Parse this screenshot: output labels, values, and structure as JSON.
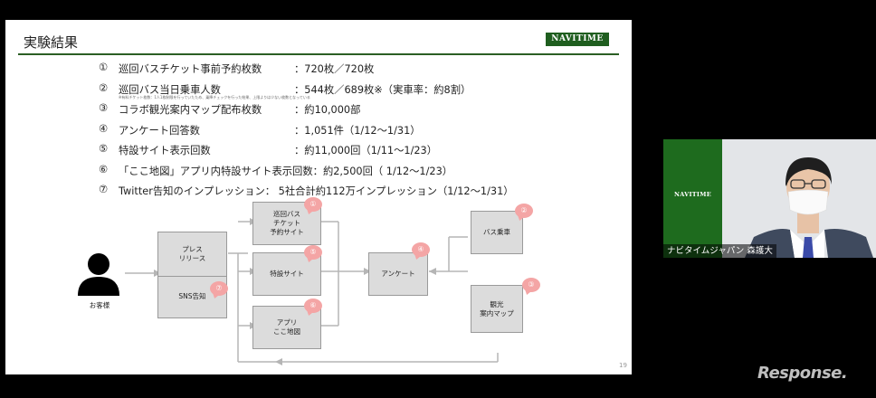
{
  "slide": {
    "title": "実験結果",
    "logo": "NAVITIME",
    "page_number": "19",
    "results": [
      {
        "num": "①",
        "label": "巡回バスチケット事前予約枚数",
        "value": "：720枚／720枚"
      },
      {
        "num": "②",
        "label": "巡回バス当日乗車人数",
        "value": "：544枚／689枚※（実車率：約8割）",
        "note": "※有料チケット枚数：1人1枚制限を行っていたため、乗降チェックを行った結果、上限よりは少ない枚数となっている"
      },
      {
        "num": "③",
        "label": "コラボ観光案内マップ配布枚数",
        "value": "：約10,000部"
      },
      {
        "num": "④",
        "label": "アンケート回答数",
        "value": "：1,051件（1/12～1/31）"
      },
      {
        "num": "⑤",
        "label": "特設サイト表示回数",
        "value": "：約11,000回（1/11～1/23）"
      },
      {
        "num": "⑥",
        "label": "「ここ地図」アプリ内特設サイト表示回数：約2,500回（ 1/12～1/23）",
        "value": ""
      },
      {
        "num": "⑦",
        "label": "Twitter告知のインプレッション： 5社合計約112万インプレッション（1/12～1/31）",
        "value": ""
      }
    ],
    "diagram": {
      "customer_label": "お客様",
      "press_release": "プレス\nリリース",
      "sns": "SNS告知",
      "bus_ticket": "巡回バス\nチケット\n予約サイト",
      "special_site": "特設サイト",
      "app": "アプリ\nここ地図",
      "survey": "アンケート",
      "bus_ride": "バス乗車",
      "map": "観光\n案内マップ",
      "bubbles": [
        "①",
        "⑤",
        "⑥",
        "④",
        "②",
        "③",
        "⑦"
      ]
    }
  },
  "video": {
    "logo": "NAVITIME",
    "name": "ナビタイムジャパン 森護大"
  },
  "watermark": "Response."
}
